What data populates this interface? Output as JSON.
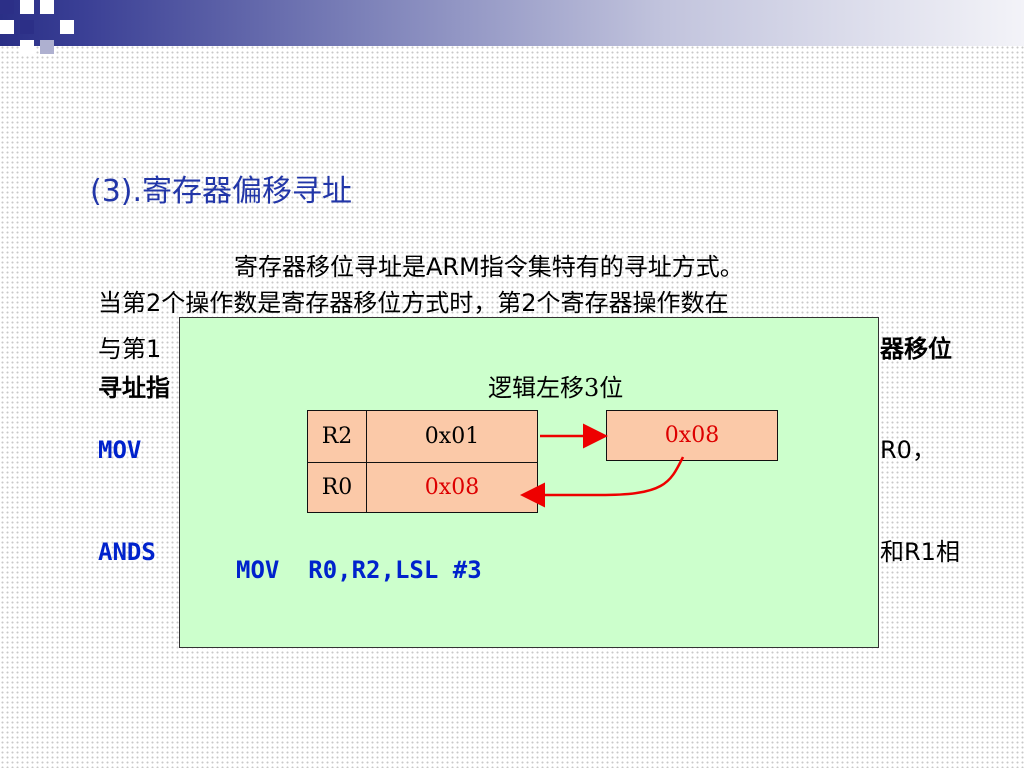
{
  "slide": {
    "title": "(3).寄存器偏移寻址",
    "para_line1": "寄存器移位寻址是ARM指令集特有的寻址方式。",
    "para_line2": "当第2个操作数是寄存器移位方式时，第2个寄存器操作数在",
    "line3_start": "与第1",
    "line3_end_bold": "器移位",
    "line4_start_bold": "寻址指",
    "code1_start": "MOV",
    "code1_end": "R0，",
    "code2_start": "ANDS",
    "code2_end": "和R1相"
  },
  "diagram": {
    "title": "逻辑左移3位",
    "rows": [
      {
        "reg": "R2",
        "value": "0x01"
      },
      {
        "reg": "R0",
        "value": "0x08"
      }
    ],
    "result_value": "0x08",
    "instruction": "MOV  R0,R2,LSL #3",
    "colors": {
      "cell_fill": "#fbc9a8",
      "highlight_text": "#dd0000",
      "arrow": "#ee0000",
      "panel": "#ccffcc",
      "title_blue": "#2236a8",
      "code_blue": "#0022cc"
    }
  }
}
